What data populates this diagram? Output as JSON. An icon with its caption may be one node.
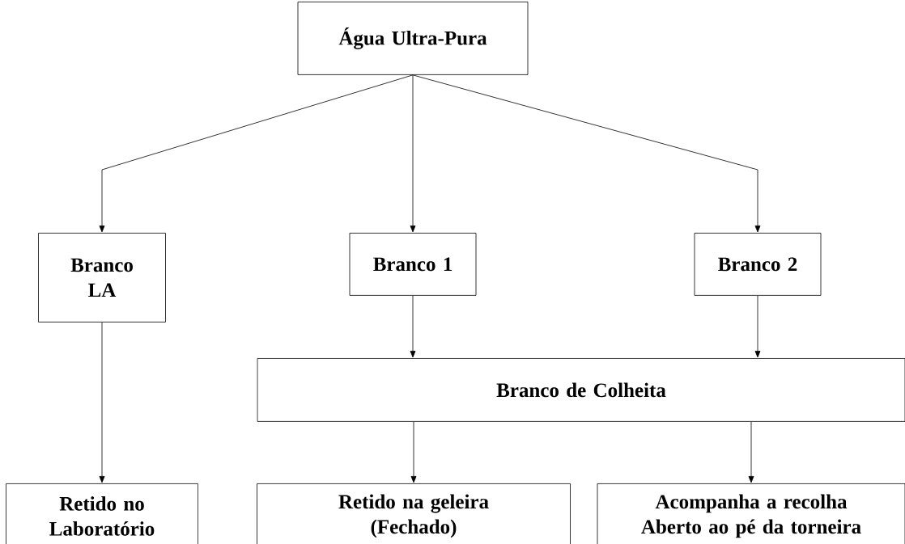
{
  "diagram": {
    "nodes": [
      {
        "text": [
          "Água Ultra-Pura"
        ]
      },
      {
        "text": [
          "Branco LA"
        ]
      },
      {
        "text": [
          "Branco 1"
        ]
      },
      {
        "text": [
          "Branco 2"
        ]
      },
      {
        "text": [
          "Branco de Colheita"
        ]
      },
      {
        "text": [
          "Retido no Laboratório"
        ]
      },
      {
        "text": [
          "Retido na geleira (Fechado)"
        ]
      },
      {
        "text": [
          "Acompanha a recolha",
          "Aberto ao pé da torneira"
        ]
      }
    ],
    "edges": [
      {
        "from": 0,
        "to": 1,
        "arrow": "to"
      },
      {
        "from": 0,
        "to": 2,
        "arrow": "to"
      },
      {
        "from": 0,
        "to": 3,
        "arrow": "to"
      },
      {
        "from": 1,
        "to": 5,
        "arrow": "to"
      },
      {
        "from": 2,
        "to": 4,
        "arrow": "to"
      },
      {
        "from": 3,
        "to": 4,
        "arrow": "to"
      },
      {
        "from": 4,
        "to": 6,
        "arrow": "to"
      },
      {
        "from": 4,
        "to": 7,
        "arrow": "to"
      }
    ]
  }
}
